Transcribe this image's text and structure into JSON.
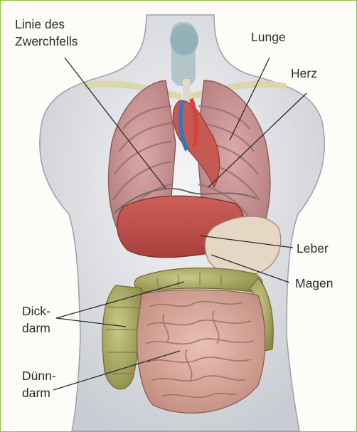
{
  "figure": {
    "border_color": "#8cc23f",
    "labels": {
      "diaphragm_line_1": "Linie des",
      "diaphragm_line_2": "Zwerchfells",
      "lung": "Lunge",
      "heart": "Herz",
      "liver": "Leber",
      "stomach": "Magen",
      "large_intestine_1": "Dick-",
      "large_intestine_2": "darm",
      "small_intestine_1": "Dünn-",
      "small_intestine_2": "darm"
    }
  }
}
